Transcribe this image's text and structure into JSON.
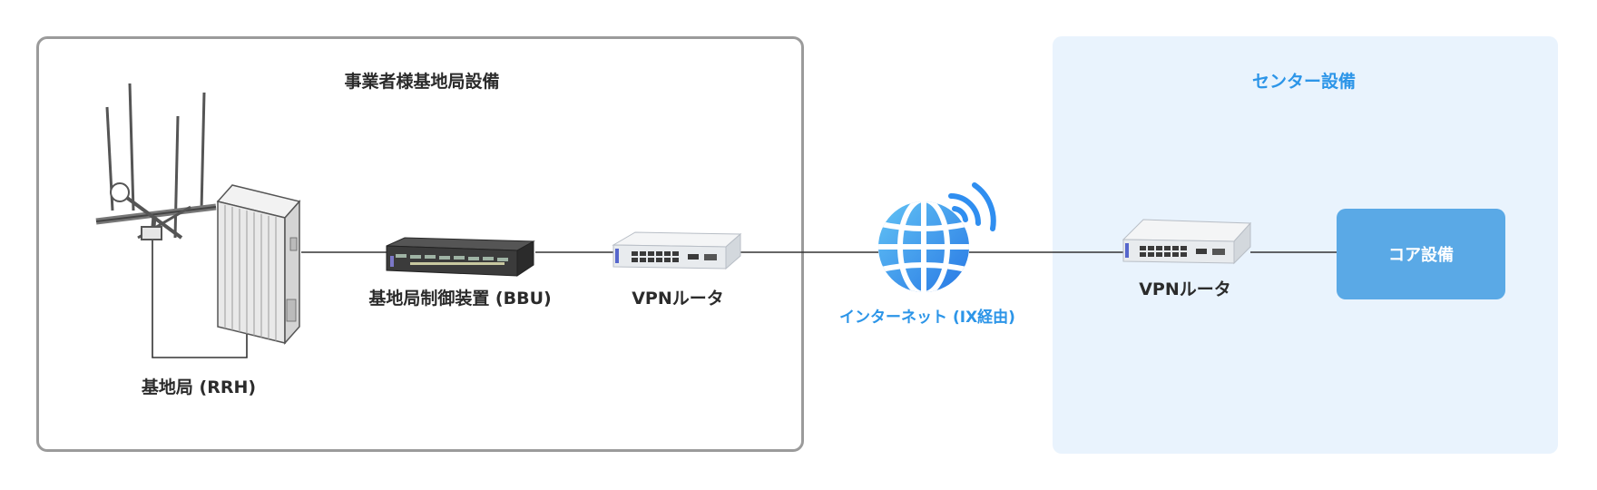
{
  "diagram": {
    "operator_group": {
      "title": "事業者様基地局設備"
    },
    "center_group": {
      "title": "センター設備"
    },
    "nodes": {
      "rrh": {
        "label": "基地局 (RRH)"
      },
      "bbu": {
        "label": "基地局制御装置 (BBU)"
      },
      "vpn_left": {
        "label": "VPNルータ"
      },
      "internet": {
        "label": "インターネット (IX経由)"
      },
      "vpn_right": {
        "label": "VPNルータ"
      },
      "core": {
        "label": "コア設備"
      }
    },
    "colors": {
      "accent_blue": "#2c95e8",
      "core_box": "#5aa9e6",
      "center_background": "#e9f3fd",
      "border_gray": "#9b9b9b",
      "link_line": "#333333"
    },
    "icons": {
      "rrh": "antenna-tower-icon",
      "bbu": "rack-server-icon",
      "vpn_left": "router-icon",
      "internet": "globe-wifi-icon",
      "vpn_right": "router-icon"
    }
  }
}
